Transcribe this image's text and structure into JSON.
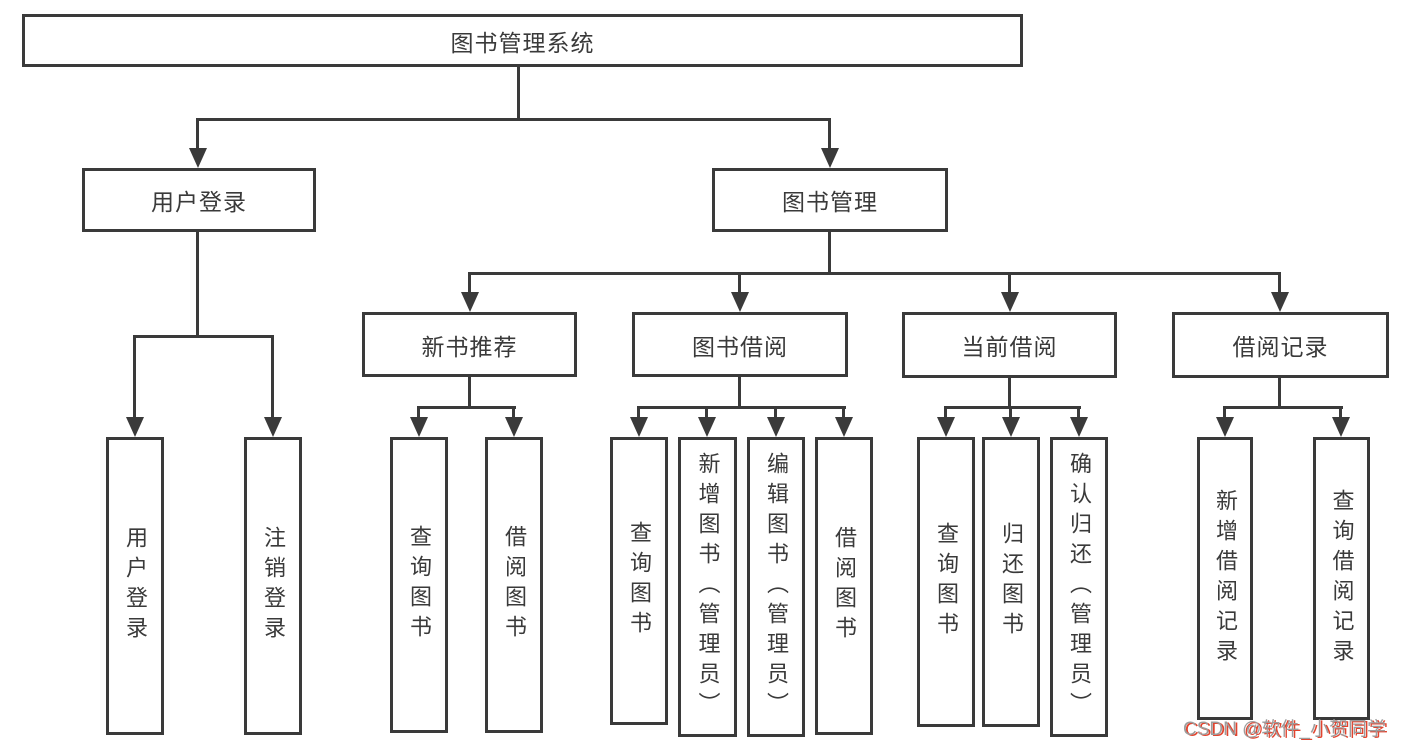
{
  "tree": {
    "root": {
      "label": "图书管理系统",
      "children": [
        {
          "label": "用户登录",
          "children": [
            {
              "label": "用户登录"
            },
            {
              "label": "注销登录"
            }
          ]
        },
        {
          "label": "图书管理",
          "children": [
            {
              "label": "新书推荐",
              "children": [
                {
                  "label": "查询图书"
                },
                {
                  "label": "借阅图书"
                }
              ]
            },
            {
              "label": "图书借阅",
              "children": [
                {
                  "label": "查询图书"
                },
                {
                  "label": "新增图书（管理员）"
                },
                {
                  "label": "编辑图书（管理员）"
                },
                {
                  "label": "借阅图书"
                }
              ]
            },
            {
              "label": "当前借阅",
              "children": [
                {
                  "label": "查询图书"
                },
                {
                  "label": "归还图书"
                },
                {
                  "label": "确认归还（管理员）"
                }
              ]
            },
            {
              "label": "借阅记录",
              "children": [
                {
                  "label": "新增借阅记录"
                },
                {
                  "label": "查询借阅记录"
                }
              ]
            }
          ]
        }
      ]
    }
  },
  "watermark": {
    "text": "CSDN @软件_小贺同学"
  },
  "colors": {
    "line": "#3a3a3a",
    "box_fill": "#ffffff",
    "watermark_gray": "#9d9d9d",
    "watermark_red": "#e2442f"
  }
}
